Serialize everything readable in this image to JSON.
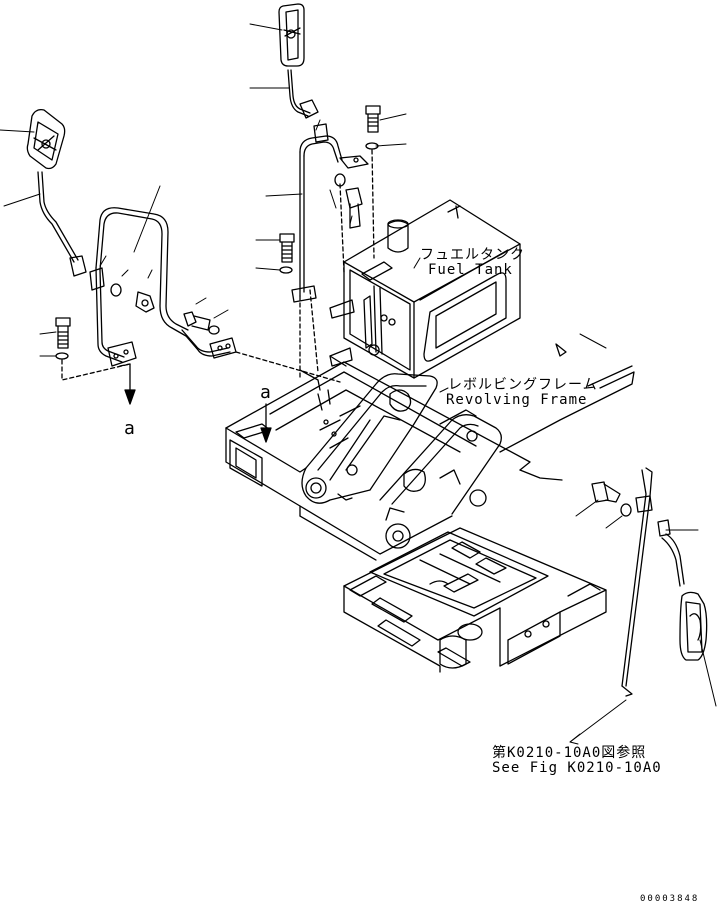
{
  "labels": {
    "fuel_tank_jp": "フュエルタンク",
    "fuel_tank_en": "Fuel Tank",
    "revolving_frame_jp": "レボルビングフレーム",
    "revolving_frame_en": "Revolving Frame",
    "ref_a_top": "a",
    "ref_a_bottom": "a",
    "see_fig_jp": "第K0210-10A0図参照",
    "see_fig_en": "See Fig K0210-10A0",
    "drawing_number": "00003848"
  }
}
